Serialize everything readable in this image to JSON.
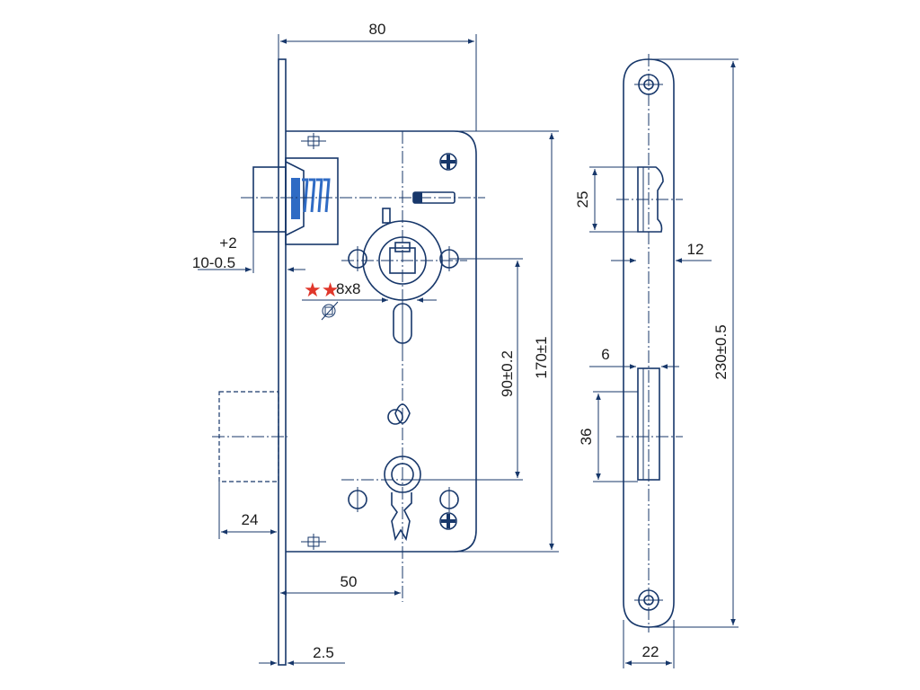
{
  "dimensions": {
    "width_top": "80",
    "tolerance_plus": "+2",
    "backset": "10-0.5",
    "spindle_square": "8x8",
    "spindle_marker": "★★",
    "center_distance": "90±0.2",
    "case_height": "170±1",
    "deadbolt_throw": "24",
    "backset_50": "50",
    "faceplate_thickness": "2.5",
    "latch_height": "25",
    "faceplate_offset": "12",
    "bolt_offset": "6",
    "bolt_height": "36",
    "faceplate_length": "230±0.5",
    "faceplate_width": "22"
  },
  "colors": {
    "line": "#17376a",
    "accent_star": "#e0372b",
    "spring": "#2f6bc4"
  }
}
